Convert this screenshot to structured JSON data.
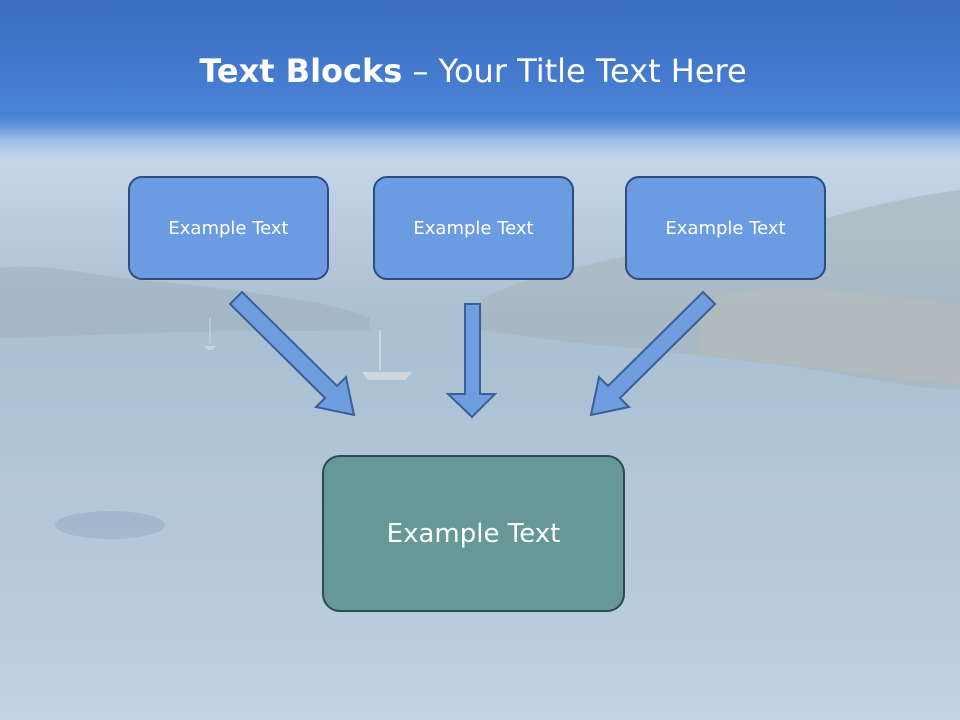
{
  "slide": {
    "title_bold": "Text Blocks",
    "title_rest": " – Your Title Text Here"
  },
  "blocks": {
    "top": [
      {
        "label": "Example Text"
      },
      {
        "label": "Example Text"
      },
      {
        "label": "Example Text"
      }
    ],
    "bottom": {
      "label": "Example Text"
    }
  },
  "colors": {
    "header": "#4a80d4",
    "top_box_fill": "#6b9be0",
    "top_box_border": "#2f4c7e",
    "bottom_box_fill": "#669898",
    "bottom_box_border": "#2f4a4f",
    "arrow_fill": "#6e9de0",
    "arrow_stroke": "#3b5f99"
  }
}
